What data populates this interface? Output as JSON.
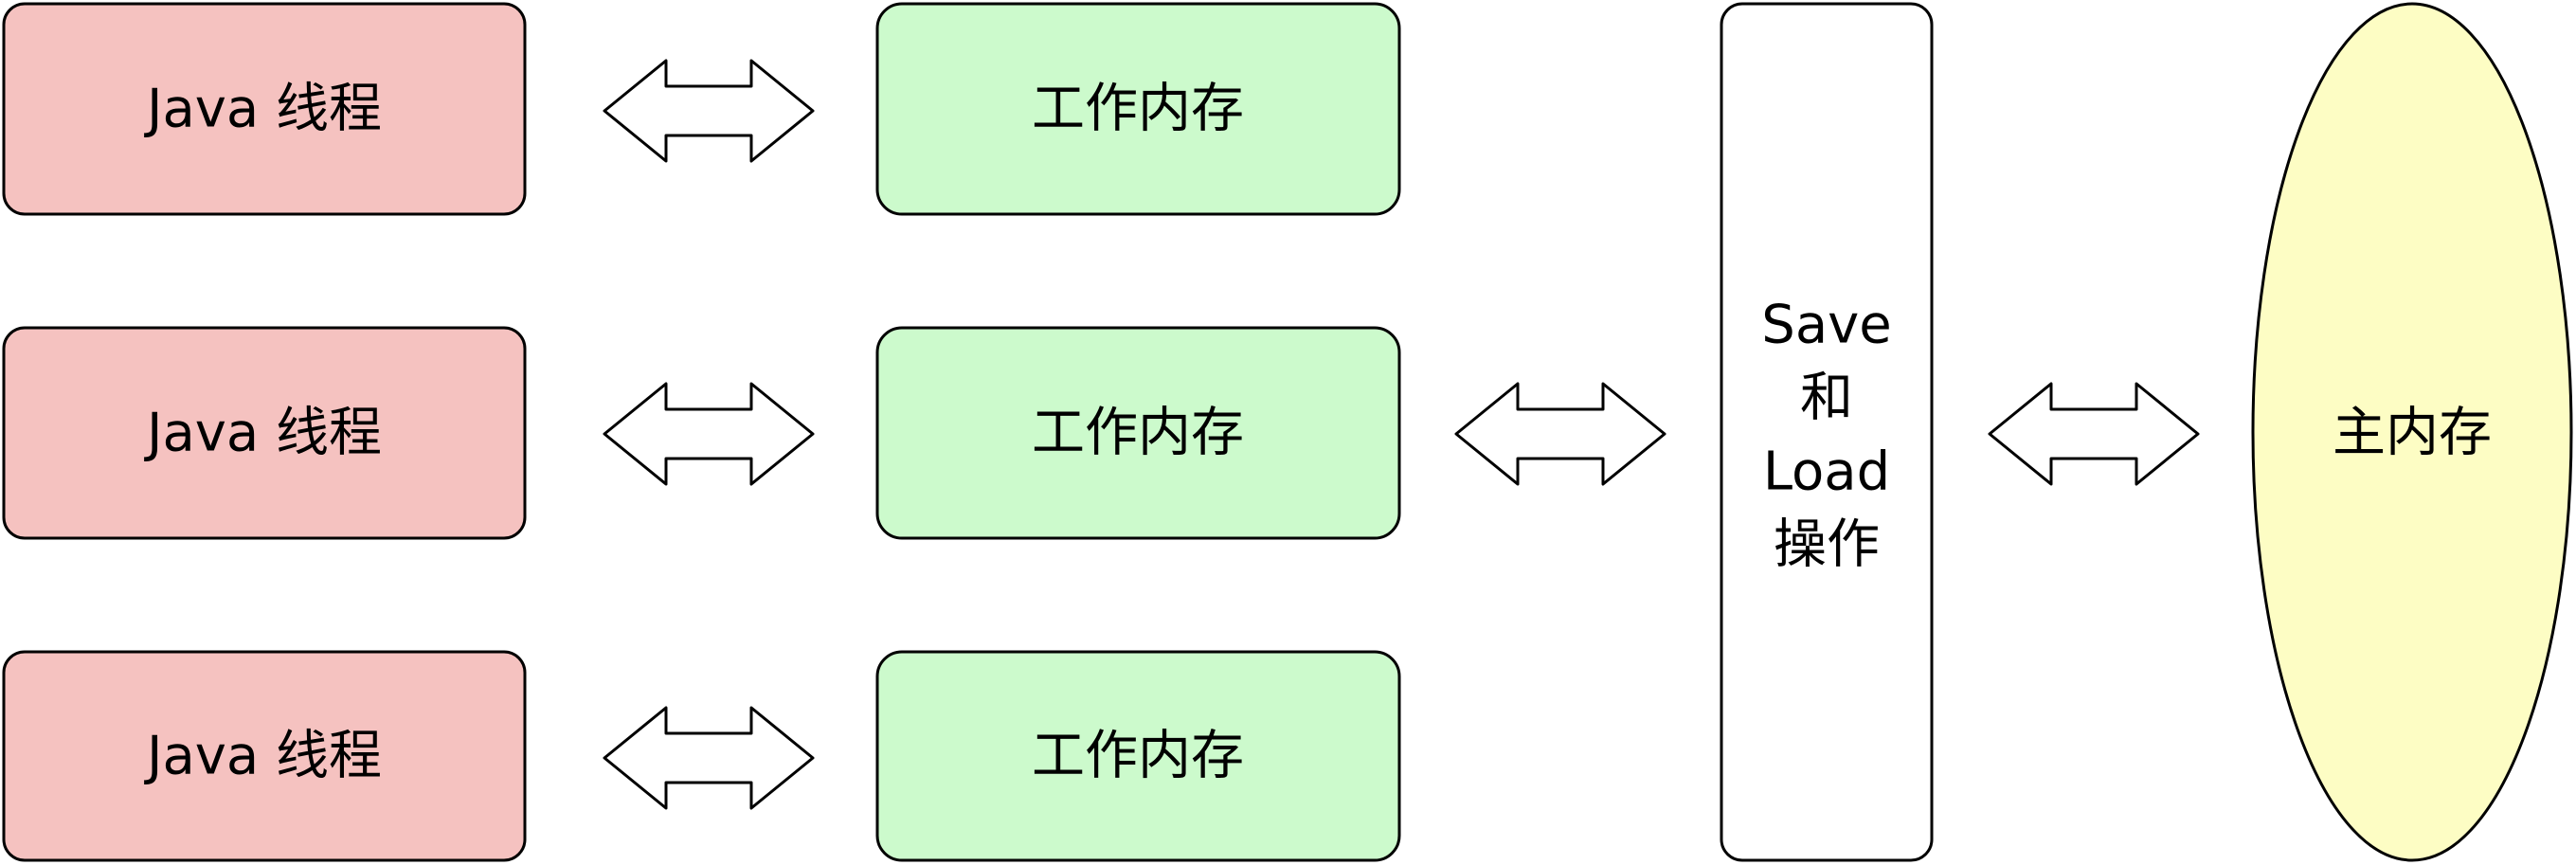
{
  "colors": {
    "thread_fill": "#f5c2c0",
    "working_fill": "#ccfacc",
    "save_load_fill": "#ffffff",
    "main_fill": "#fdfdc4",
    "stroke": "#000000"
  },
  "threads": [
    {
      "label": "Java 线程"
    },
    {
      "label": "Java 线程"
    },
    {
      "label": "Java 线程"
    }
  ],
  "working_memories": [
    {
      "label": "工作内存"
    },
    {
      "label": "工作内存"
    },
    {
      "label": "工作内存"
    }
  ],
  "save_load": {
    "lines": [
      "Save",
      "和",
      "Load",
      "操作"
    ]
  },
  "main_memory": {
    "label": "主内存"
  }
}
